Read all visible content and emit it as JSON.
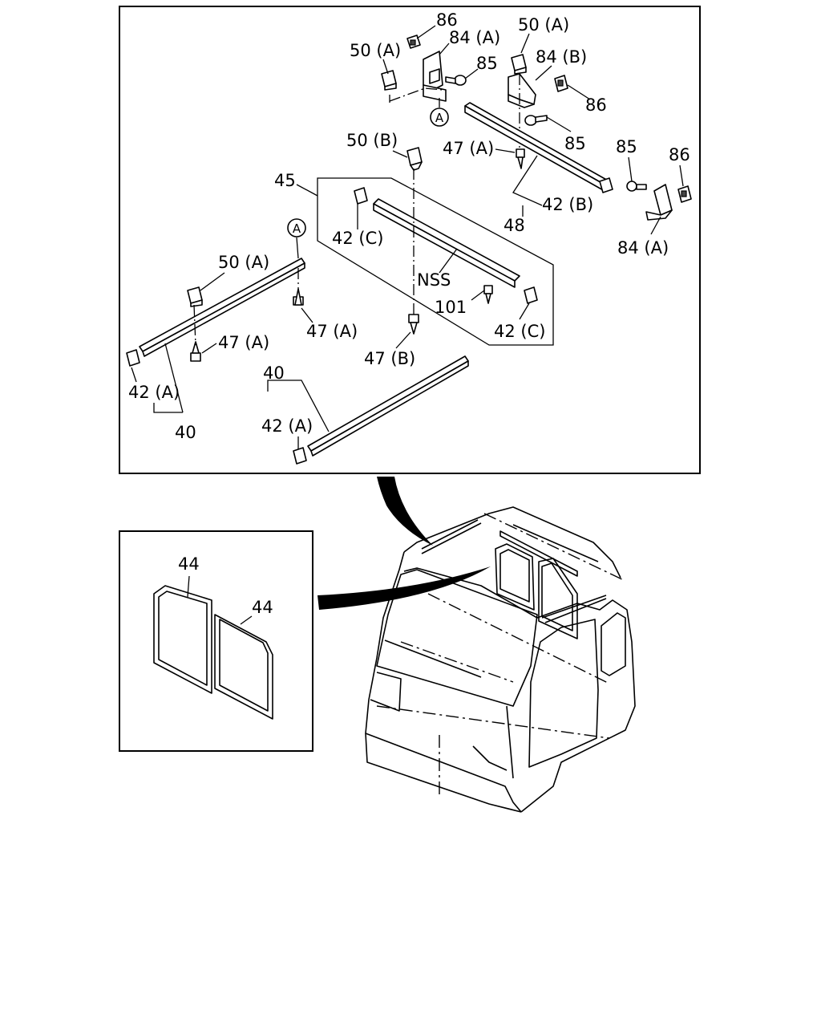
{
  "callouts": {
    "c86_top": "86",
    "c50a_top_left": "50 (A)",
    "c84a_top": "84 (A)",
    "c85_top_left": "85",
    "ref_a_top": "A",
    "c50a_top_right": "50 (A)",
    "c84b": "84 (B)",
    "c86_right_mid": "86",
    "c85_right_mid": "85",
    "c50b": "50 (B)",
    "c47a_top": "47 (A)",
    "c85_far_right": "85",
    "c86_far_right": "86",
    "c42b": "42 (B)",
    "c48": "48",
    "c84a_far_right": "84 (A)",
    "c45": "45",
    "c42c_left": "42 (C)",
    "nss": "NSS",
    "c101": "101",
    "c42c_right": "42 (C)",
    "ref_a_left": "A",
    "c50a_left": "50 (A)",
    "c47a_mid": "47 (A)",
    "c47a_left": "47 (A)",
    "c47b": "47 (B)",
    "c42a_left": "42 (A)",
    "c40_left": "40",
    "c40_bottom": "40",
    "c42a_bottom": "42 (A)",
    "c44_left": "44",
    "c44_right": "44"
  }
}
